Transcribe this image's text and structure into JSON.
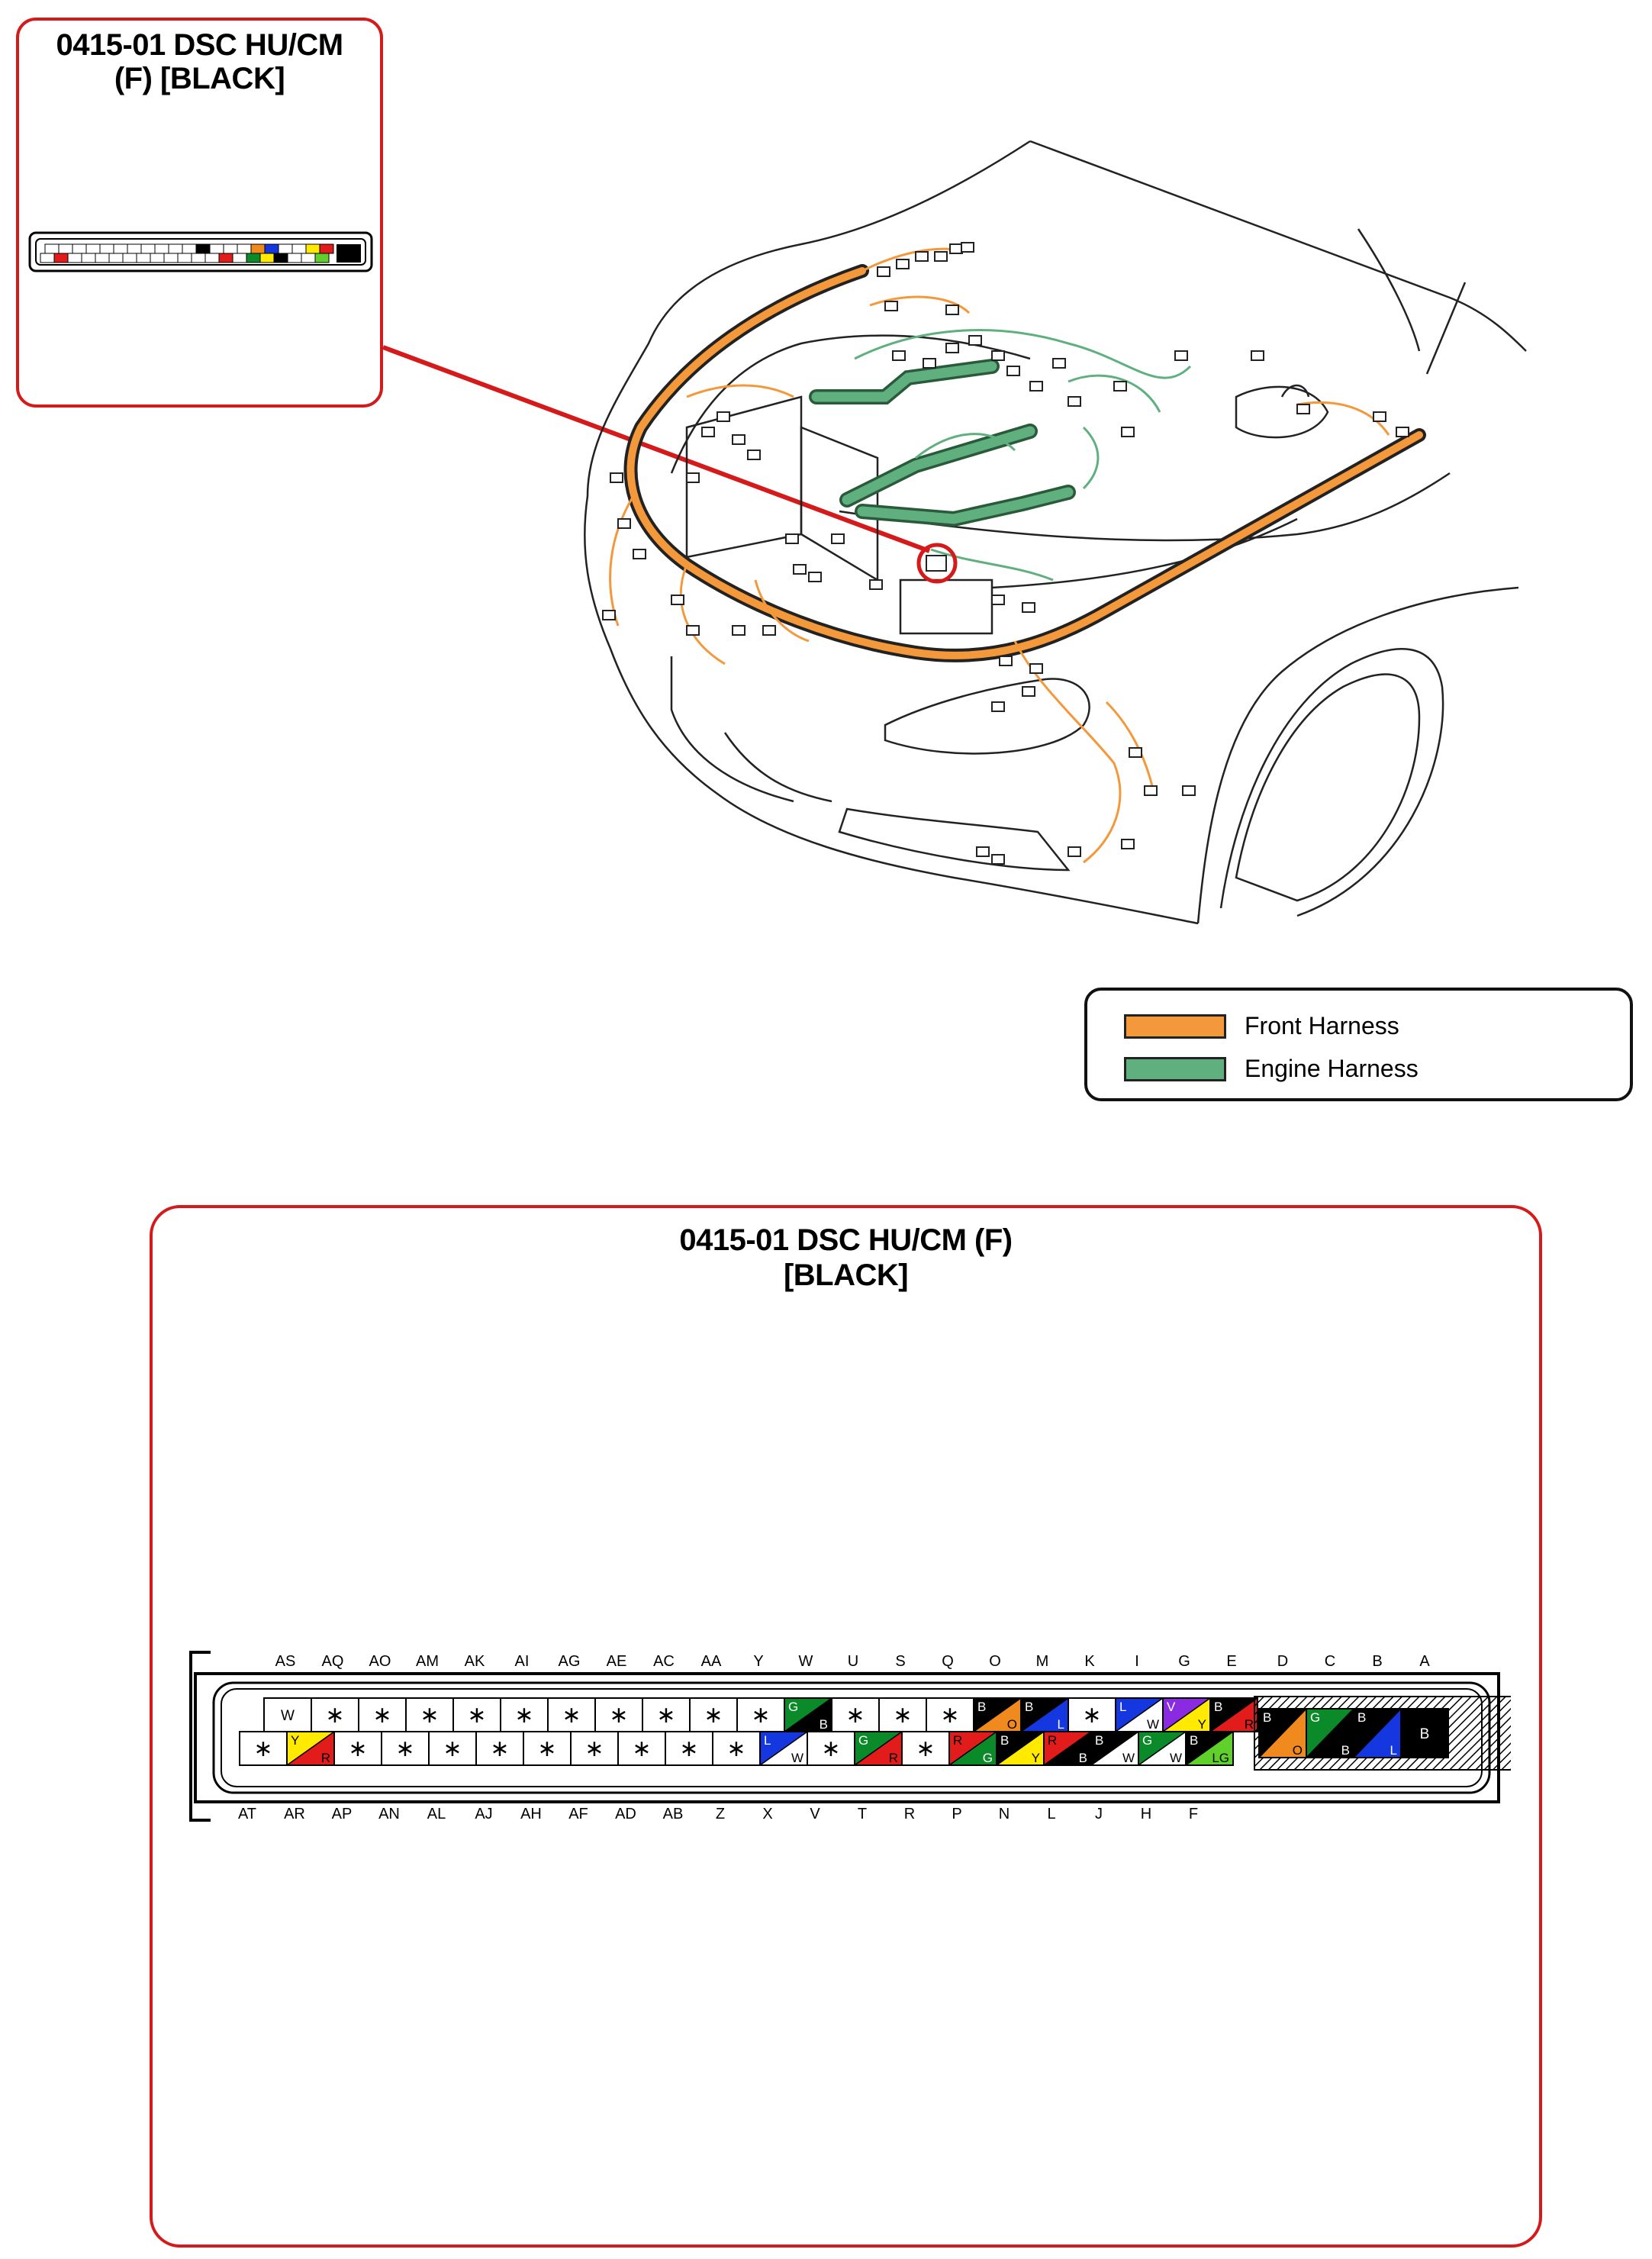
{
  "inset": {
    "title_line1": "0415-01 DSC HU/CM",
    "title_line2": "(F) [BLACK]"
  },
  "main": {
    "title_line1": "0415-01 DSC HU/CM (F)",
    "title_line2": "[BLACK]"
  },
  "legend": {
    "items": [
      {
        "label": "Front Harness",
        "color": "#f4983c"
      },
      {
        "label": "Engine Harness",
        "color": "#5fb07e"
      }
    ]
  },
  "colors": {
    "accent_red": "#d41a1a",
    "front_harness": "#f4983c",
    "engine_harness": "#5fb07e",
    "wire_B": "#000000",
    "wire_W": "#ffffff",
    "wire_R": "#e21b1b",
    "wire_G": "#0b8a2a",
    "wire_Y": "#ffea00",
    "wire_L": "#1437e0",
    "wire_O": "#f08a1e",
    "wire_V": "#8a2be2",
    "wire_LG": "#5fd12a"
  },
  "connector": {
    "top_labels": [
      "AS",
      "AQ",
      "AO",
      "AM",
      "AK",
      "AI",
      "AG",
      "AE",
      "AC",
      "AA",
      "Y",
      "W",
      "U",
      "S",
      "Q",
      "O",
      "M",
      "K",
      "I",
      "G",
      "E",
      "D",
      "C",
      "B",
      "A"
    ],
    "bottom_labels": [
      "AT",
      "AR",
      "AP",
      "AN",
      "AL",
      "AJ",
      "AH",
      "AF",
      "AD",
      "AB",
      "Z",
      "X",
      "V",
      "T",
      "R",
      "P",
      "N",
      "L",
      "J",
      "H",
      "F"
    ],
    "top_row": [
      {
        "main": "W",
        "stripe": ""
      },
      {
        "main": "*",
        "stripe": ""
      },
      {
        "main": "*",
        "stripe": ""
      },
      {
        "main": "*",
        "stripe": ""
      },
      {
        "main": "*",
        "stripe": ""
      },
      {
        "main": "*",
        "stripe": ""
      },
      {
        "main": "*",
        "stripe": ""
      },
      {
        "main": "*",
        "stripe": ""
      },
      {
        "main": "*",
        "stripe": ""
      },
      {
        "main": "*",
        "stripe": ""
      },
      {
        "main": "*",
        "stripe": ""
      },
      {
        "main": "G",
        "stripe": "B"
      },
      {
        "main": "*",
        "stripe": ""
      },
      {
        "main": "*",
        "stripe": ""
      },
      {
        "main": "*",
        "stripe": ""
      },
      {
        "main": "B",
        "stripe": "O"
      },
      {
        "main": "B",
        "stripe": "L"
      },
      {
        "main": "*",
        "stripe": ""
      },
      {
        "main": "L",
        "stripe": "W"
      },
      {
        "main": "V",
        "stripe": "Y"
      },
      {
        "main": "B",
        "stripe": "R"
      }
    ],
    "bottom_row": [
      {
        "main": "*",
        "stripe": ""
      },
      {
        "main": "Y",
        "stripe": "R"
      },
      {
        "main": "*",
        "stripe": ""
      },
      {
        "main": "*",
        "stripe": ""
      },
      {
        "main": "*",
        "stripe": ""
      },
      {
        "main": "*",
        "stripe": ""
      },
      {
        "main": "*",
        "stripe": ""
      },
      {
        "main": "*",
        "stripe": ""
      },
      {
        "main": "*",
        "stripe": ""
      },
      {
        "main": "*",
        "stripe": ""
      },
      {
        "main": "*",
        "stripe": ""
      },
      {
        "main": "L",
        "stripe": "W"
      },
      {
        "main": "*",
        "stripe": ""
      },
      {
        "main": "G",
        "stripe": "R"
      },
      {
        "main": "*",
        "stripe": ""
      },
      {
        "main": "R",
        "stripe": "G"
      },
      {
        "main": "B",
        "stripe": "Y"
      },
      {
        "main": "R",
        "stripe": "B"
      },
      {
        "main": "B",
        "stripe": "W"
      },
      {
        "main": "G",
        "stripe": "W"
      },
      {
        "main": "B",
        "stripe": "LG"
      }
    ],
    "large_pins": [
      {
        "main": "B",
        "stripe": "O"
      },
      {
        "main": "G",
        "stripe": "B"
      },
      {
        "main": "B",
        "stripe": "L"
      },
      {
        "main": "B",
        "stripe": ""
      }
    ]
  }
}
